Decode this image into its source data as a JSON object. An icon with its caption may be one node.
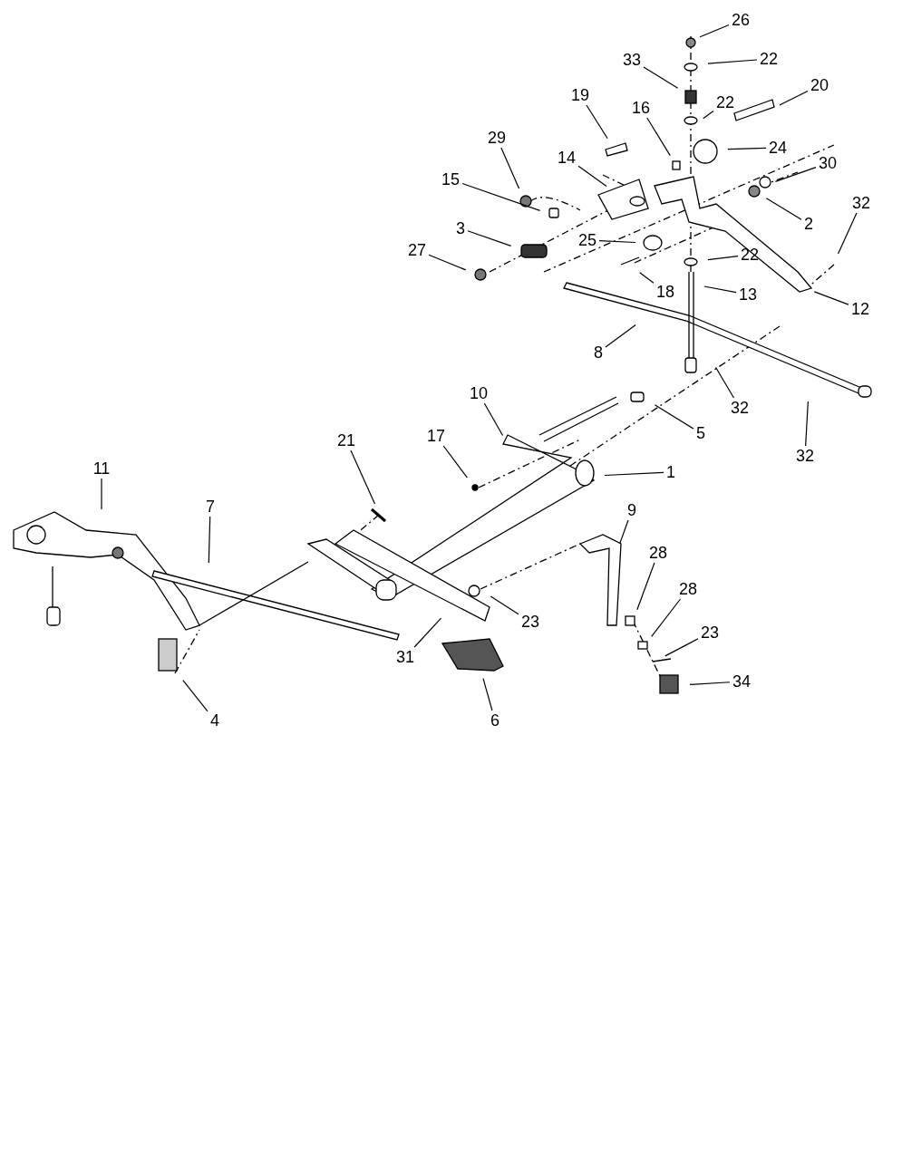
{
  "diagram": {
    "nodes": [
      {
        "text": [
          "26"
        ]
      },
      {
        "text": [
          "22"
        ]
      },
      {
        "text": [
          "33"
        ]
      },
      {
        "text": [
          "22"
        ]
      },
      {
        "text": [
          "20"
        ]
      },
      {
        "text": [
          "19"
        ]
      },
      {
        "text": [
          "16"
        ]
      },
      {
        "text": [
          "24"
        ]
      },
      {
        "text": [
          "29"
        ]
      },
      {
        "text": [
          "30"
        ]
      },
      {
        "text": [
          "14"
        ]
      },
      {
        "text": [
          "15"
        ]
      },
      {
        "text": [
          "2"
        ]
      },
      {
        "text": [
          "32"
        ]
      },
      {
        "text": [
          "3"
        ]
      },
      {
        "text": [
          "25"
        ]
      },
      {
        "text": [
          "27"
        ]
      },
      {
        "text": [
          "22"
        ]
      },
      {
        "text": [
          "18"
        ]
      },
      {
        "text": [
          "13"
        ]
      },
      {
        "text": [
          "12"
        ]
      },
      {
        "text": [
          "8"
        ]
      },
      {
        "text": [
          "32"
        ]
      },
      {
        "text": [
          "32"
        ]
      },
      {
        "text": [
          "10"
        ]
      },
      {
        "text": [
          "5"
        ]
      },
      {
        "text": [
          "17"
        ]
      },
      {
        "text": [
          "1"
        ]
      },
      {
        "text": [
          "11"
        ]
      },
      {
        "text": [
          "21"
        ]
      },
      {
        "text": [
          "7"
        ]
      },
      {
        "text": [
          "9"
        ]
      },
      {
        "text": [
          "28"
        ]
      },
      {
        "text": [
          "28"
        ]
      },
      {
        "text": [
          "23"
        ]
      },
      {
        "text": [
          "23"
        ]
      },
      {
        "text": [
          "31"
        ]
      },
      {
        "text": [
          "34"
        ]
      },
      {
        "text": [
          "4"
        ]
      },
      {
        "text": [
          "6"
        ]
      }
    ],
    "edges": [
      {
        "from": 0,
        "to": null,
        "arrow": "none"
      },
      {
        "from": 1,
        "to": null,
        "arrow": "none"
      },
      {
        "from": 2,
        "to": null,
        "arrow": "none"
      },
      {
        "from": 3,
        "to": null,
        "arrow": "none"
      },
      {
        "from": 4,
        "to": null,
        "arrow": "none"
      },
      {
        "from": 5,
        "to": null,
        "arrow": "none"
      },
      {
        "from": 6,
        "to": null,
        "arrow": "none"
      },
      {
        "from": 7,
        "to": null,
        "arrow": "none"
      },
      {
        "from": 8,
        "to": null,
        "arrow": "none"
      },
      {
        "from": 9,
        "to": null,
        "arrow": "none"
      },
      {
        "from": 10,
        "to": null,
        "arrow": "none"
      },
      {
        "from": 11,
        "to": null,
        "arrow": "none"
      },
      {
        "from": 12,
        "to": null,
        "arrow": "none"
      },
      {
        "from": 13,
        "to": null,
        "arrow": "none"
      },
      {
        "from": 14,
        "to": null,
        "arrow": "none"
      },
      {
        "from": 15,
        "to": null,
        "arrow": "none"
      },
      {
        "from": 16,
        "to": null,
        "arrow": "none"
      },
      {
        "from": 17,
        "to": null,
        "arrow": "none"
      },
      {
        "from": 18,
        "to": null,
        "arrow": "none"
      },
      {
        "from": 19,
        "to": null,
        "arrow": "none"
      },
      {
        "from": 20,
        "to": null,
        "arrow": "none"
      },
      {
        "from": 21,
        "to": null,
        "arrow": "none"
      },
      {
        "from": 22,
        "to": null,
        "arrow": "none"
      },
      {
        "from": 23,
        "to": null,
        "arrow": "none"
      },
      {
        "from": 24,
        "to": null,
        "arrow": "none"
      },
      {
        "from": 25,
        "to": null,
        "arrow": "none"
      },
      {
        "from": 26,
        "to": null,
        "arrow": "none"
      },
      {
        "from": 27,
        "to": null,
        "arrow": "none"
      },
      {
        "from": 28,
        "to": null,
        "arrow": "none"
      },
      {
        "from": 29,
        "to": null,
        "arrow": "none"
      },
      {
        "from": 30,
        "to": null,
        "arrow": "none"
      },
      {
        "from": 31,
        "to": null,
        "arrow": "none"
      },
      {
        "from": 32,
        "to": null,
        "arrow": "none"
      },
      {
        "from": 33,
        "to": null,
        "arrow": "none"
      },
      {
        "from": 34,
        "to": null,
        "arrow": "none"
      },
      {
        "from": 35,
        "to": null,
        "arrow": "none"
      },
      {
        "from": 36,
        "to": null,
        "arrow": "none"
      },
      {
        "from": 37,
        "to": null,
        "arrow": "none"
      },
      {
        "from": 38,
        "to": null,
        "arrow": "none"
      },
      {
        "from": 39,
        "to": null,
        "arrow": "none"
      }
    ]
  }
}
